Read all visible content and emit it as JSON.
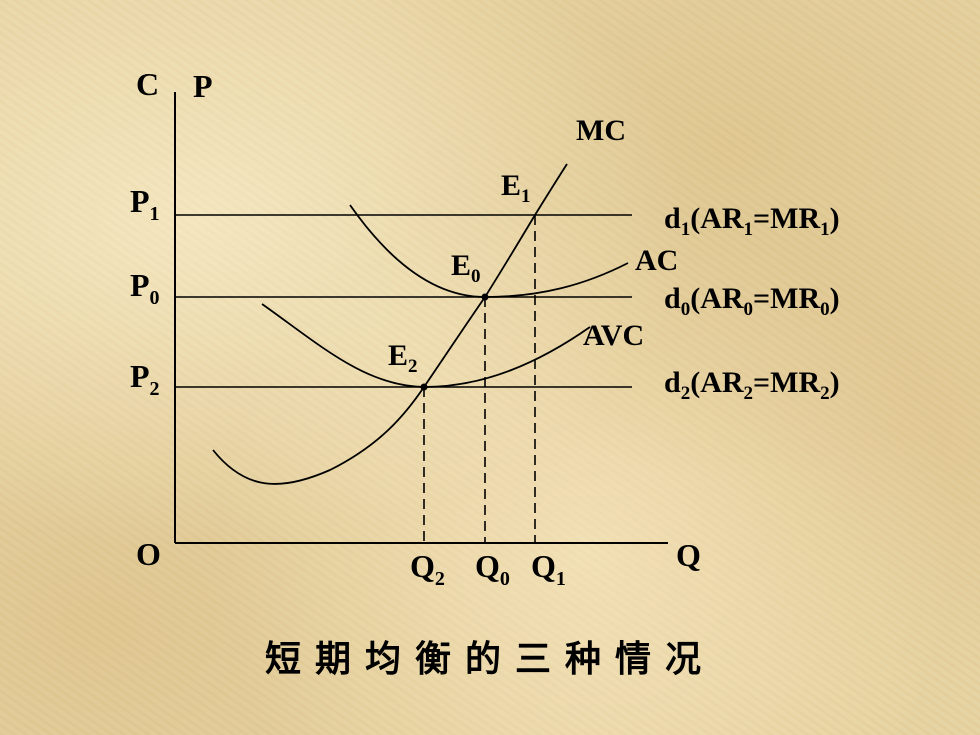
{
  "axes": {
    "c": "C",
    "p": "P",
    "origin": "O",
    "q": "Q"
  },
  "price_levels": [
    {
      "base": "P",
      "sub": "1"
    },
    {
      "base": "P",
      "sub": "0"
    },
    {
      "base": "P",
      "sub": "2"
    }
  ],
  "quantities": [
    {
      "base": "Q",
      "sub": "2"
    },
    {
      "base": "Q",
      "sub": "0"
    },
    {
      "base": "Q",
      "sub": "1"
    }
  ],
  "points": [
    {
      "base": "E",
      "sub": "1"
    },
    {
      "base": "E",
      "sub": "0"
    },
    {
      "base": "E",
      "sub": "2"
    }
  ],
  "curves": {
    "mc": "MC",
    "ac": "AC",
    "avc": "AVC"
  },
  "demand_lines": [
    {
      "d": "d",
      "sub": "1",
      "ar": "AR",
      "eq": "=MR",
      "close": ")"
    },
    {
      "d": "d",
      "sub": "0",
      "ar": "AR",
      "eq": "=MR",
      "close": ")"
    },
    {
      "d": "d",
      "sub": "2",
      "ar": "AR",
      "eq": "=MR",
      "close": ")"
    }
  ],
  "caption": "短期均衡的三种情况"
}
